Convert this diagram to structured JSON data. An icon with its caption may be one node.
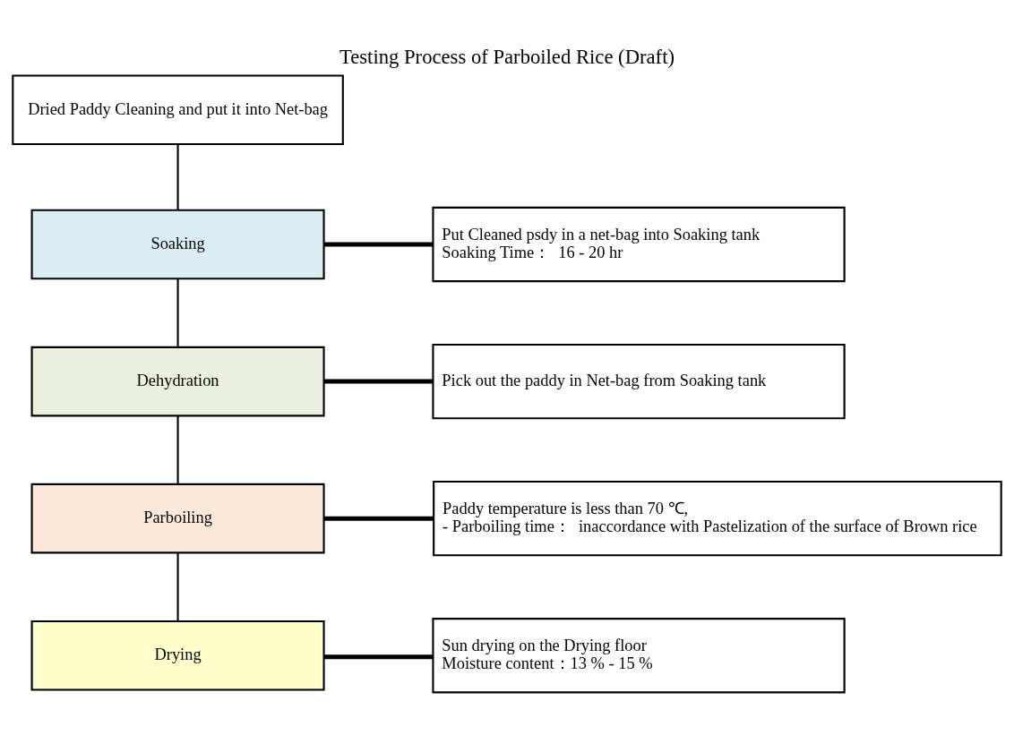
{
  "diagram": {
    "title": "Testing Process of Parboiled Rice (Draft)",
    "nodes": [
      {
        "text": [
          "Dried Paddy Cleaning and put it into Net-bag"
        ]
      },
      {
        "text": [
          "Soaking"
        ]
      },
      {
        "text": [
          "Put Cleaned psdy in a net-bag into Soaking tank",
          "Soaking Time：  16 - 20 hr"
        ]
      },
      {
        "text": [
          "Dehydration"
        ]
      },
      {
        "text": [
          "Pick out the paddy in Net-bag from Soaking tank"
        ]
      },
      {
        "text": [
          "Parboiling"
        ]
      },
      {
        "text": [
          "Paddy temperature is less than 70 ℃,",
          "- Parboiling time：  inaccordance with Pastelization of the surface of Brown rice"
        ]
      },
      {
        "text": [
          "Drying"
        ]
      },
      {
        "text": [
          "Sun drying on the Drying floor",
          "Moisture content：13 % - 15 %"
        ]
      }
    ],
    "edges": [
      {
        "from": 0,
        "to": 1,
        "arrow": "none"
      },
      {
        "from": 1,
        "to": 2,
        "arrow": "none",
        "style": "thick"
      },
      {
        "from": 1,
        "to": 3,
        "arrow": "none"
      },
      {
        "from": 3,
        "to": 4,
        "arrow": "none",
        "style": "thick"
      },
      {
        "from": 3,
        "to": 5,
        "arrow": "none"
      },
      {
        "from": 5,
        "to": 6,
        "arrow": "none",
        "style": "thick"
      },
      {
        "from": 5,
        "to": 7,
        "arrow": "none"
      },
      {
        "from": 7,
        "to": 8,
        "arrow": "none",
        "style": "thick"
      }
    ]
  }
}
